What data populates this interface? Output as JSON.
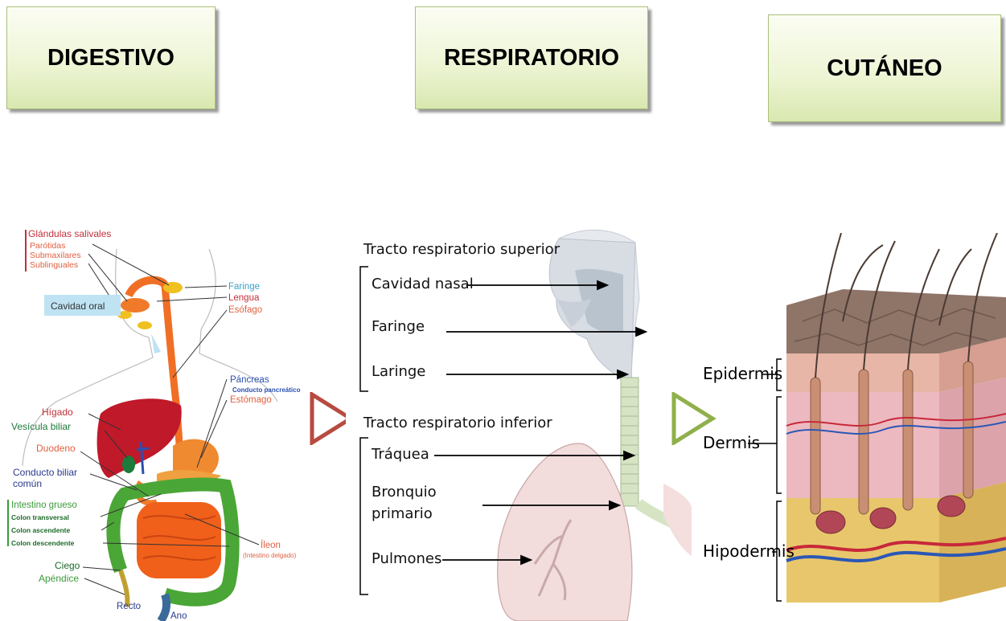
{
  "titles": {
    "digestive": "DIGESTIVO",
    "respiratory": "RESPIRATORIO",
    "skin": "CUTÁNEO"
  },
  "digestive": {
    "salivary_glands": "Glándulas salivales",
    "parotids": "Parótidas",
    "submaxillary": "Submaxilares",
    "sublingual": "Sublinguales",
    "oral_cavity": "Cavidad oral",
    "pharynx": "Faringe",
    "tongue": "Lengua",
    "esophagus": "Esófago",
    "pancreas": "Páncreas",
    "pancreatic_duct": "Conducto pancreático",
    "stomach": "Estómago",
    "liver": "Hígado",
    "gallbladder": "Vesícula biliar",
    "duodenum": "Duodeno",
    "bile_duct_1": "Conducto biliar",
    "bile_duct_2": "común",
    "large_intestine": "Intestino grueso",
    "transverse_colon": "Colon transversal",
    "ascending_colon": "Colon ascendente",
    "descending_colon": "Colon descendente",
    "ileum": "Íleon",
    "small_intestine": "(Intestino delgado)",
    "cecum": "Ciego",
    "appendix": "Apéndice",
    "rectum": "Recto",
    "anus": "Ano"
  },
  "respiratory": {
    "upper_tract": "Tracto respiratorio superior",
    "nasal_cavity": "Cavidad nasal",
    "pharynx": "Faringe",
    "larynx": "Laringe",
    "lower_tract": "Tracto respiratorio inferior",
    "trachea": "Tráquea",
    "bronchus_1": "Bronquio",
    "bronchus_2": "primario",
    "lungs": "Pulmones"
  },
  "skin": {
    "epidermis": "Epidermis",
    "dermis": "Dermis",
    "hypodermis": "Hipodermis"
  },
  "colors": {
    "arrow_red": "#b84a40",
    "arrow_green": "#8fb04a",
    "title_border": "#a9c07a"
  }
}
